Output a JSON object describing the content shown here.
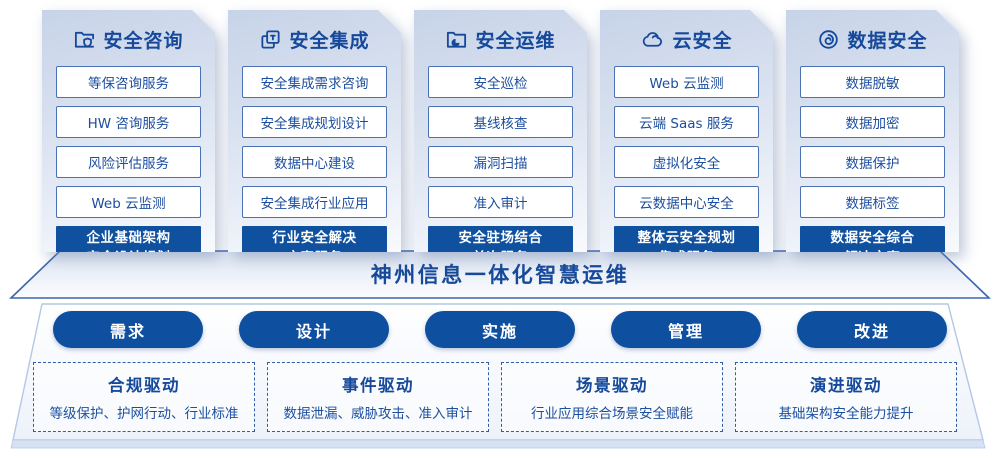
{
  "colors": {
    "accent_fill": "#10519f",
    "text_blue": "#17499b",
    "item_border": "#4a71b3",
    "dashed_border": "#2e5dab",
    "card_gradient_top": "#c7d3e8",
    "card_gradient_bottom": "#f8fafd",
    "platform_band": "#d6e2f3"
  },
  "columns": [
    {
      "title": "安全咨询",
      "icon": "folder-shield-icon",
      "items": [
        "等保咨询服务",
        "HW 咨询服务",
        "风险评估服务",
        "Web 云监测"
      ],
      "footer_lines": [
        "企业基础架构",
        "安全设计规划"
      ]
    },
    {
      "title": "安全集成",
      "icon": "copy-docs-icon",
      "items": [
        "安全集成需求咨询",
        "安全集成规划设计",
        "数据中心建设",
        "安全集成行业应用"
      ],
      "footer_lines": [
        "行业安全解决",
        "方案服务"
      ]
    },
    {
      "title": "安全运维",
      "icon": "folder-pie-icon",
      "items": [
        "安全巡检",
        "基线核查",
        "漏洞扫描",
        "准入审计"
      ],
      "footer_lines": [
        "安全驻场结合",
        "单次服务"
      ]
    },
    {
      "title": "云安全",
      "icon": "cloud-icon",
      "items": [
        "Web 云监测",
        "云端 Saas 服务",
        "虚拟化安全",
        "云数据中心安全"
      ],
      "footer_lines": [
        "整体云安全规划",
        "集成服务"
      ]
    },
    {
      "title": "数据安全",
      "icon": "fingerprint-icon",
      "items": [
        "数据脱敏",
        "数据加密",
        "数据保护",
        "数据标签"
      ],
      "footer_lines": [
        "数据安全综合",
        "解决方案"
      ]
    }
  ],
  "banner": {
    "title": "神州信息一体化智慧运维"
  },
  "process_pills": [
    "需求",
    "设计",
    "实施",
    "管理",
    "改进"
  ],
  "drivers": [
    {
      "title": "合规驱动",
      "desc": "等级保护、护网行动、行业标准"
    },
    {
      "title": "事件驱动",
      "desc": "数据泄漏、威胁攻击、准入审计"
    },
    {
      "title": "场景驱动",
      "desc": "行业应用综合场景安全赋能"
    },
    {
      "title": "演进驱动",
      "desc": "基础架构安全能力提升"
    }
  ]
}
